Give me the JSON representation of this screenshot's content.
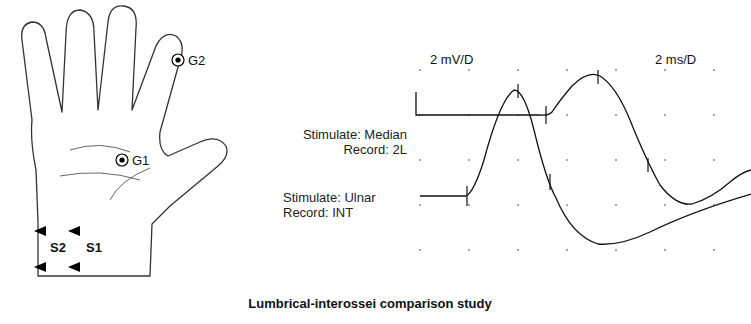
{
  "diagram": {
    "caption": "Lumbrical-interossei comparison study",
    "labels": [
      "G2",
      "G1",
      "S2",
      "S1",
      "2 mV/D",
      "2 ms/D",
      "Stimulate: Median Record: 2L",
      "Stimulate: Ulnar Record: INT"
    ]
  }
}
